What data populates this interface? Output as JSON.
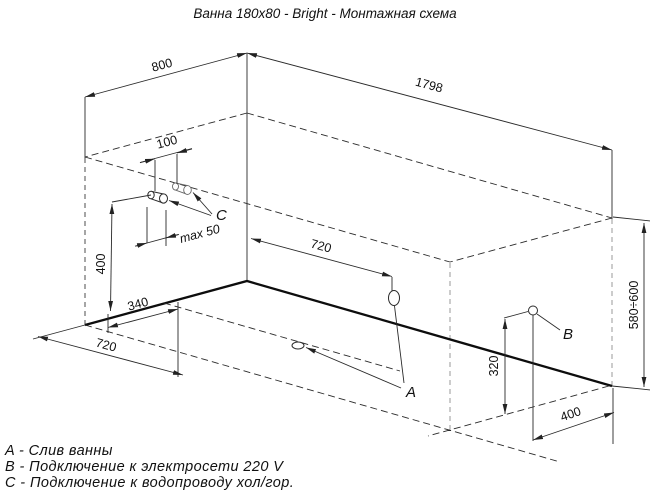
{
  "title": "Ванна 180x80 - Bright - Монтажная схема",
  "colors": {
    "background": "#ffffff",
    "line": "#222222",
    "line_light": "#9a9a9a"
  },
  "dims": {
    "left_width": "800",
    "right_width": "1798",
    "c_spacing": "100",
    "c_protrusion": "max 50",
    "c_height": "400",
    "drain_offset": "720",
    "floor_340": "340",
    "floor_720": "720",
    "height_range": "580÷600",
    "b_height": "320",
    "b_offset": "400"
  },
  "labels": {
    "drain": "A",
    "power": "B",
    "water": "C"
  },
  "legend": {
    "items": [
      {
        "text": "A - Слив ванны"
      },
      {
        "text": "B - Подключение к электросети 220 V"
      },
      {
        "text": "C - Подключение к водопроводу хол/гор."
      }
    ]
  }
}
